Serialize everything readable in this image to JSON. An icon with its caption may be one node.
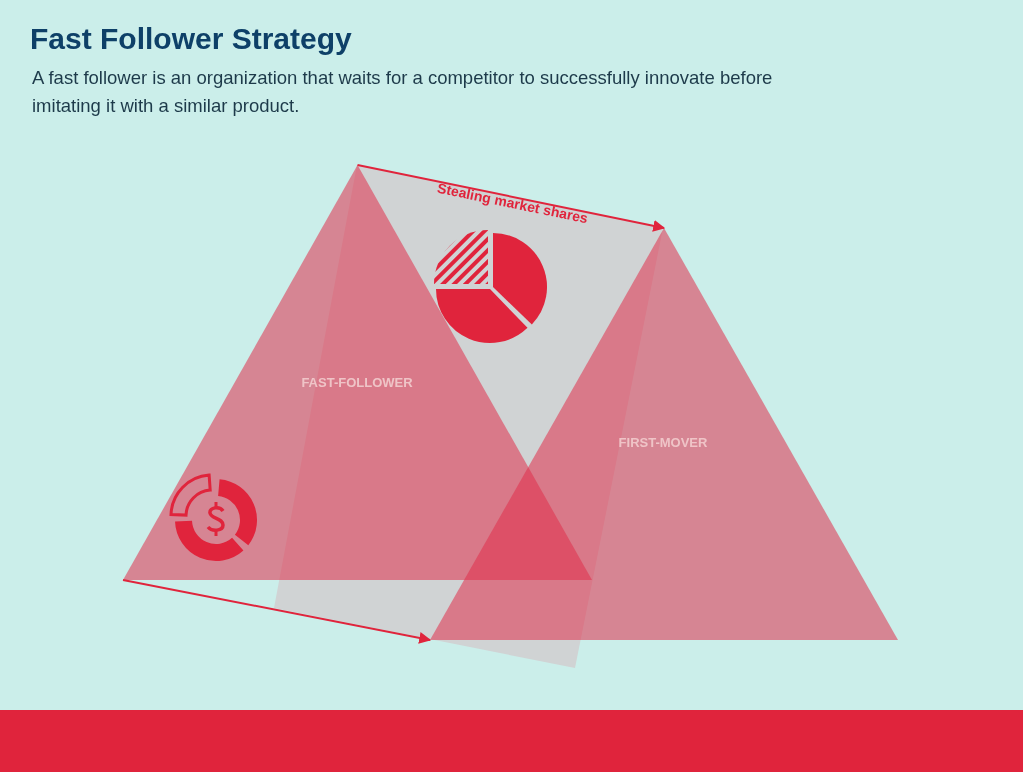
{
  "diagram": {
    "title": "Fast Follower Strategy",
    "nodes": [
      {
        "text": [
          "FAST-FOLLOWER"
        ]
      },
      {
        "text": [
          "FIRST-MOVER"
        ]
      }
    ],
    "edges": [
      {
        "from": 0,
        "to": 1,
        "arrow": "to",
        "label": "Stealing market shares"
      },
      {
        "from": 0,
        "to": 1,
        "arrow": "to"
      }
    ],
    "labels": [
      "A fast follower is an organization that waits for a competitor to successfully innovate before imitating it with a similar product."
    ]
  }
}
